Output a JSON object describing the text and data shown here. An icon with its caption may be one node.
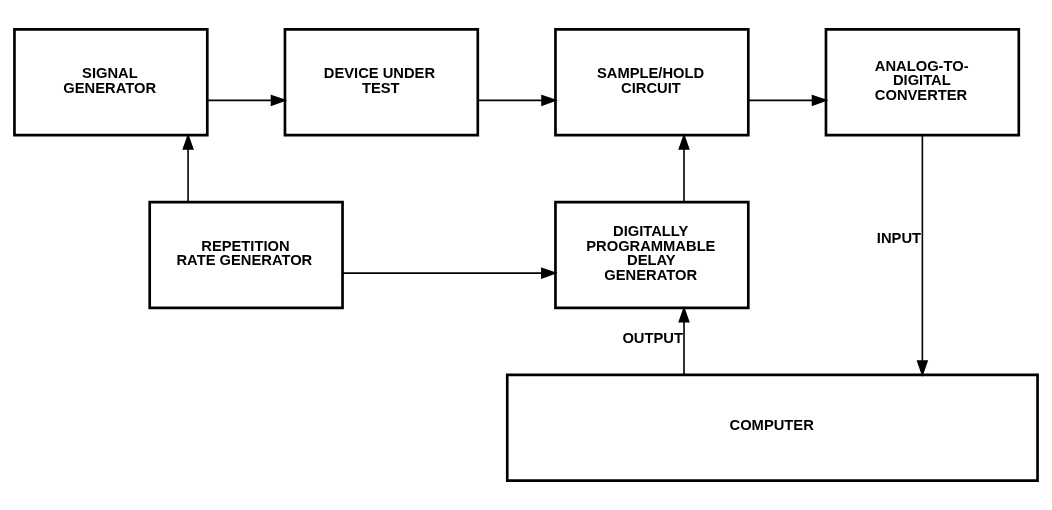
{
  "diagram": {
    "nodes": [
      {
        "text": [
          "SIGNAL GENERATOR"
        ]
      },
      {
        "text": [
          "DEVICE UNDER TEST"
        ]
      },
      {
        "text": [
          "SAMPLE/HOLD CIRCUIT"
        ]
      },
      {
        "text": [
          "ANALOG-TO-DIGITAL CONVERTER"
        ]
      },
      {
        "text": [
          "REPETITION RATE GENERATOR"
        ]
      },
      {
        "text": [
          "DIGITALLY PROGRAMMABLE DELAY GENERATOR"
        ]
      },
      {
        "text": [
          "COMPUTER"
        ]
      }
    ],
    "edges": [
      {
        "from": 0,
        "to": 1,
        "arrow": "to"
      },
      {
        "from": 1,
        "to": 2,
        "arrow": "to"
      },
      {
        "from": 2,
        "to": 3,
        "arrow": "to"
      },
      {
        "from": 4,
        "to": 0,
        "arrow": "to"
      },
      {
        "from": 4,
        "to": 5,
        "arrow": "to"
      },
      {
        "from": 5,
        "to": 2,
        "arrow": "to"
      },
      {
        "from": 6,
        "to": 5,
        "arrow": "to",
        "label": "OUTPUT"
      },
      {
        "from": 3,
        "to": 6,
        "arrow": "to",
        "label": "INPUT"
      }
    ]
  }
}
